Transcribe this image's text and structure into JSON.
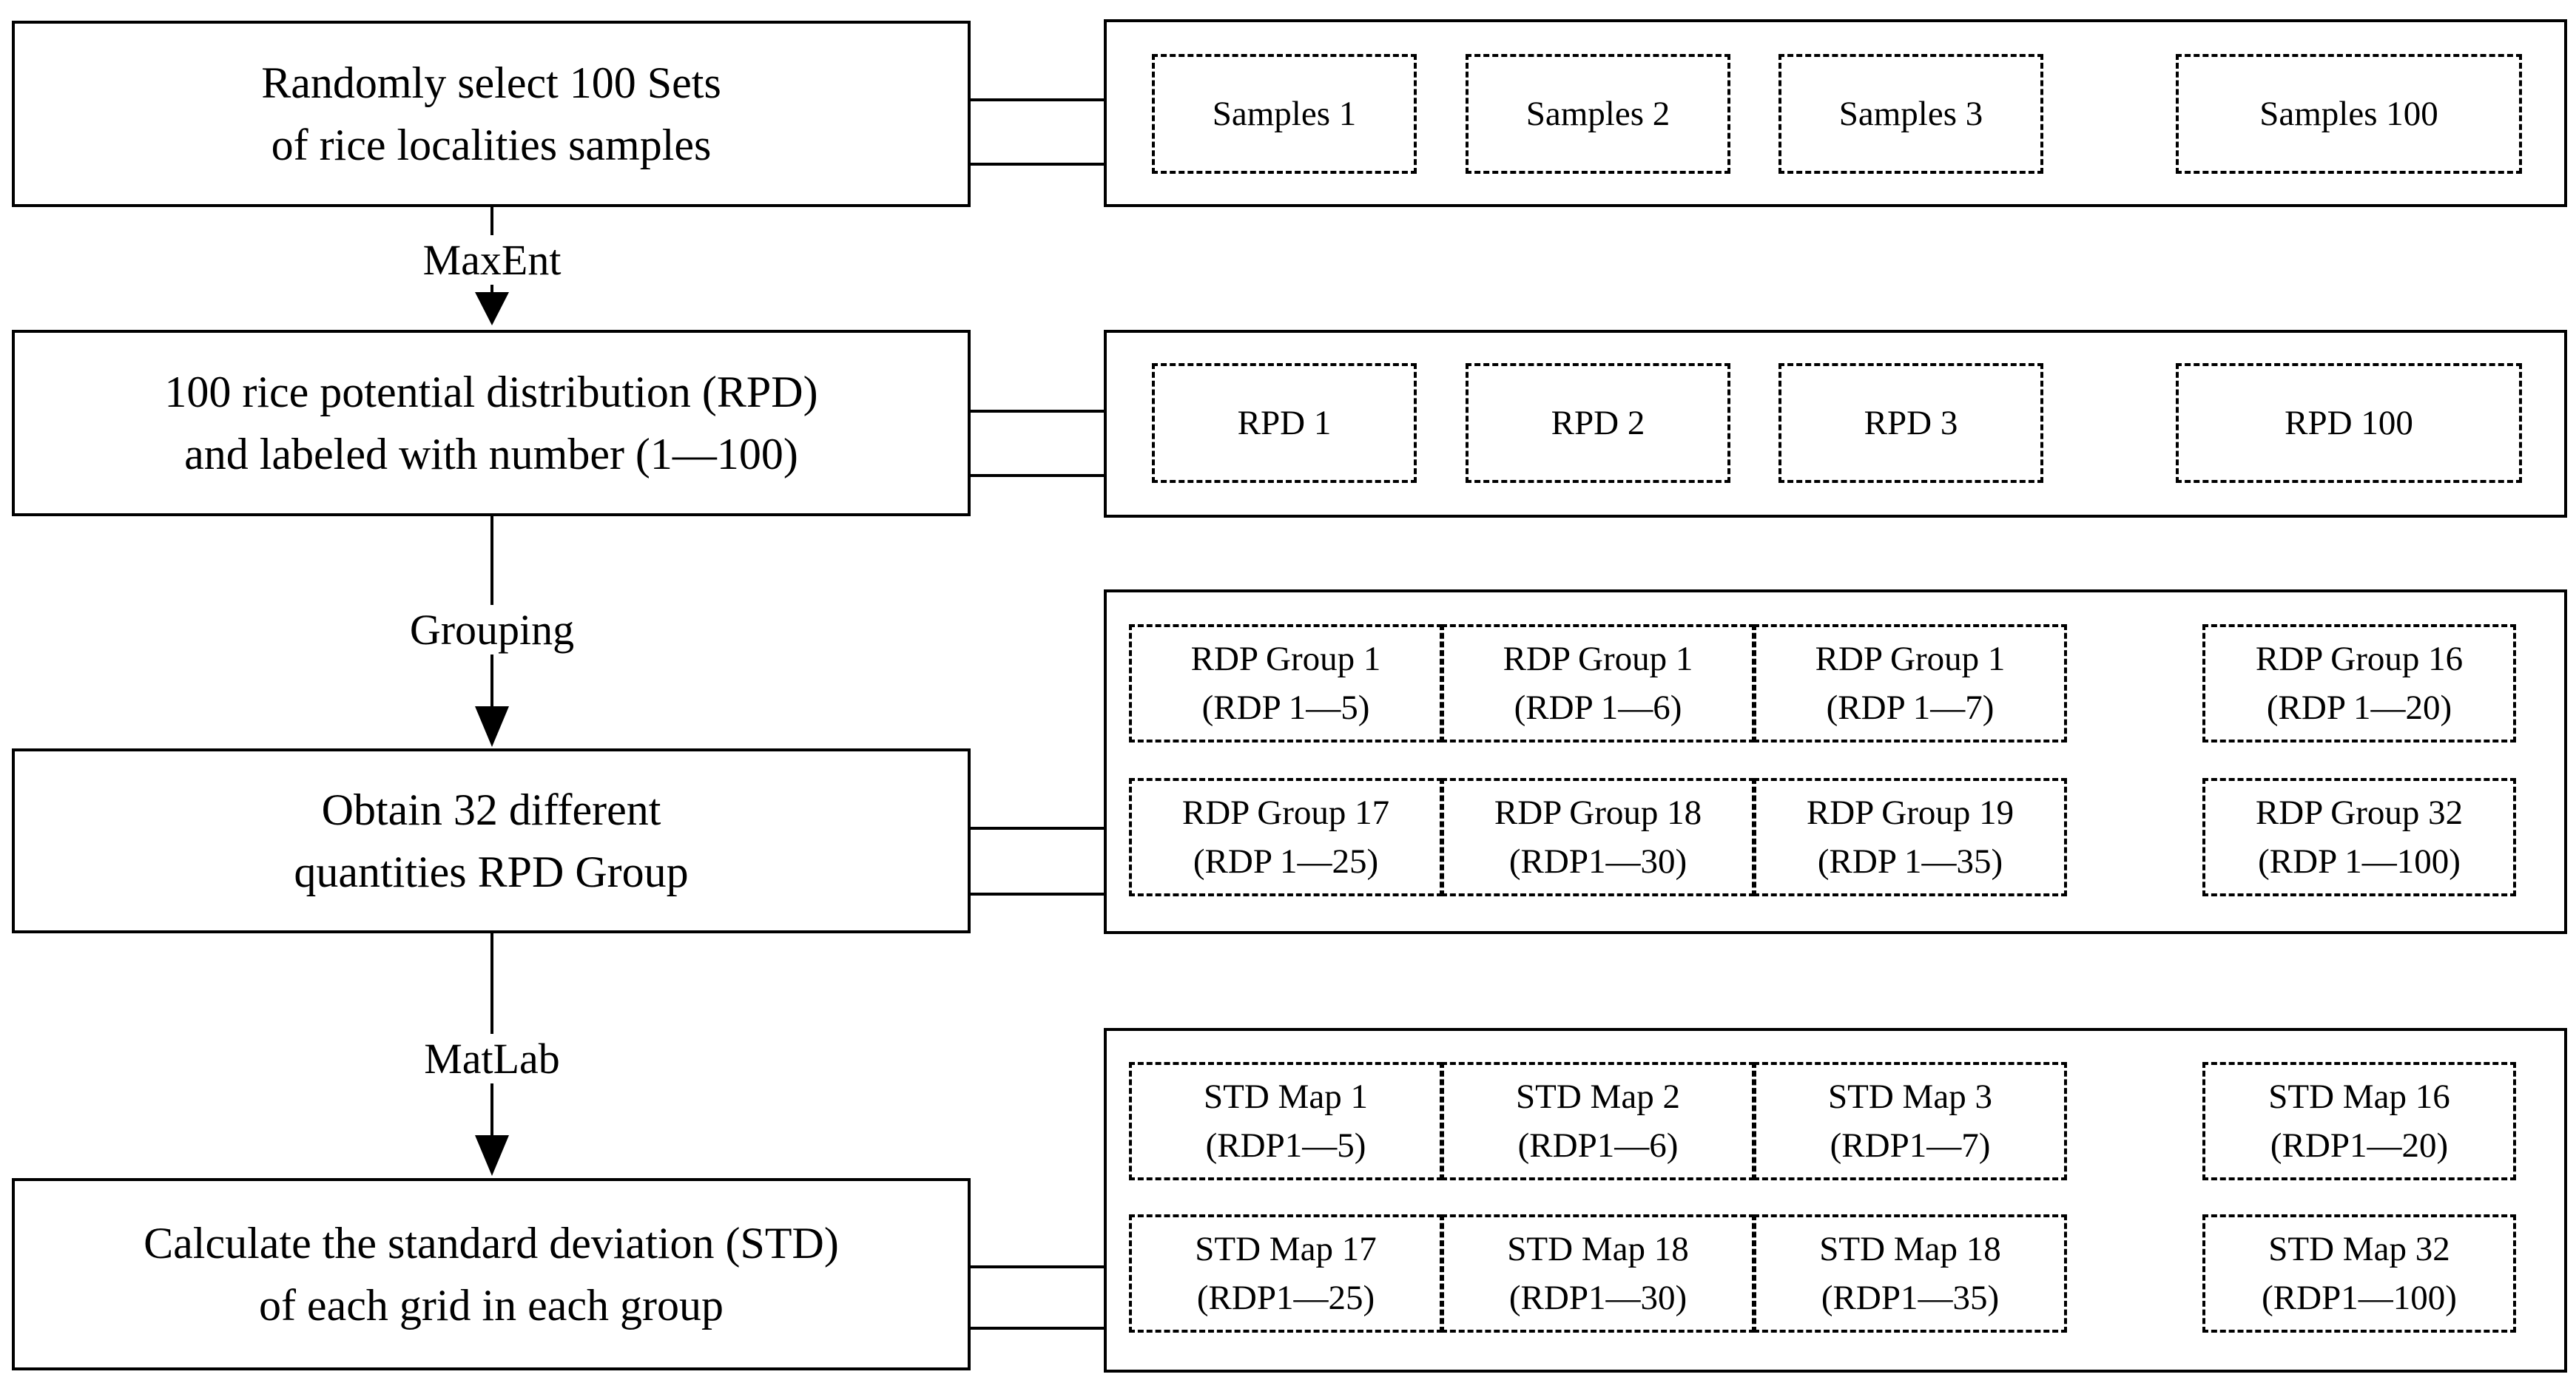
{
  "steps": [
    {
      "line1": "Randomly select 100 Sets",
      "line2": "of rice localities samples"
    },
    {
      "line1": "100 rice potential distribution (RPD)",
      "line2": "and labeled with number (1—100)"
    },
    {
      "line1": "Obtain 32 different",
      "line2": "quantities RPD Group"
    },
    {
      "line1": "Calculate the standard deviation (STD)",
      "line2": "of each grid in each group"
    }
  ],
  "arrows": [
    "MaxEnt",
    "Grouping",
    "MatLab"
  ],
  "samples": [
    "Samples 1",
    "Samples 2",
    "Samples 3",
    "Samples 100"
  ],
  "rpd": [
    "RPD 1",
    "RPD 2",
    "RPD 3",
    "RPD 100"
  ],
  "groups": [
    {
      "t": "RDP Group 1",
      "r": "(RDP 1—5)"
    },
    {
      "t": "RDP Group 1",
      "r": "(RDP 1—6)"
    },
    {
      "t": "RDP Group 1",
      "r": "(RDP 1—7)"
    },
    {
      "t": "RDP Group 16",
      "r": "(RDP 1—20)"
    },
    {
      "t": "RDP Group 17",
      "r": "(RDP 1—25)"
    },
    {
      "t": "RDP Group 18",
      "r": "(RDP1—30)"
    },
    {
      "t": "RDP Group 19",
      "r": "(RDP 1—35)"
    },
    {
      "t": "RDP Group 32",
      "r": "(RDP 1—100)"
    }
  ],
  "maps": [
    {
      "t": "STD Map 1",
      "r": "(RDP1—5)"
    },
    {
      "t": "STD Map 2",
      "r": "(RDP1—6)"
    },
    {
      "t": "STD Map 3",
      "r": "(RDP1—7)"
    },
    {
      "t": "STD Map 16",
      "r": "(RDP1—20)"
    },
    {
      "t": "STD Map 17",
      "r": "(RDP1—25)"
    },
    {
      "t": "STD Map 18",
      "r": "(RDP1—30)"
    },
    {
      "t": "STD Map 18",
      "r": "(RDP1—35)"
    },
    {
      "t": "STD Map 32",
      "r": "(RDP1—100)"
    }
  ]
}
